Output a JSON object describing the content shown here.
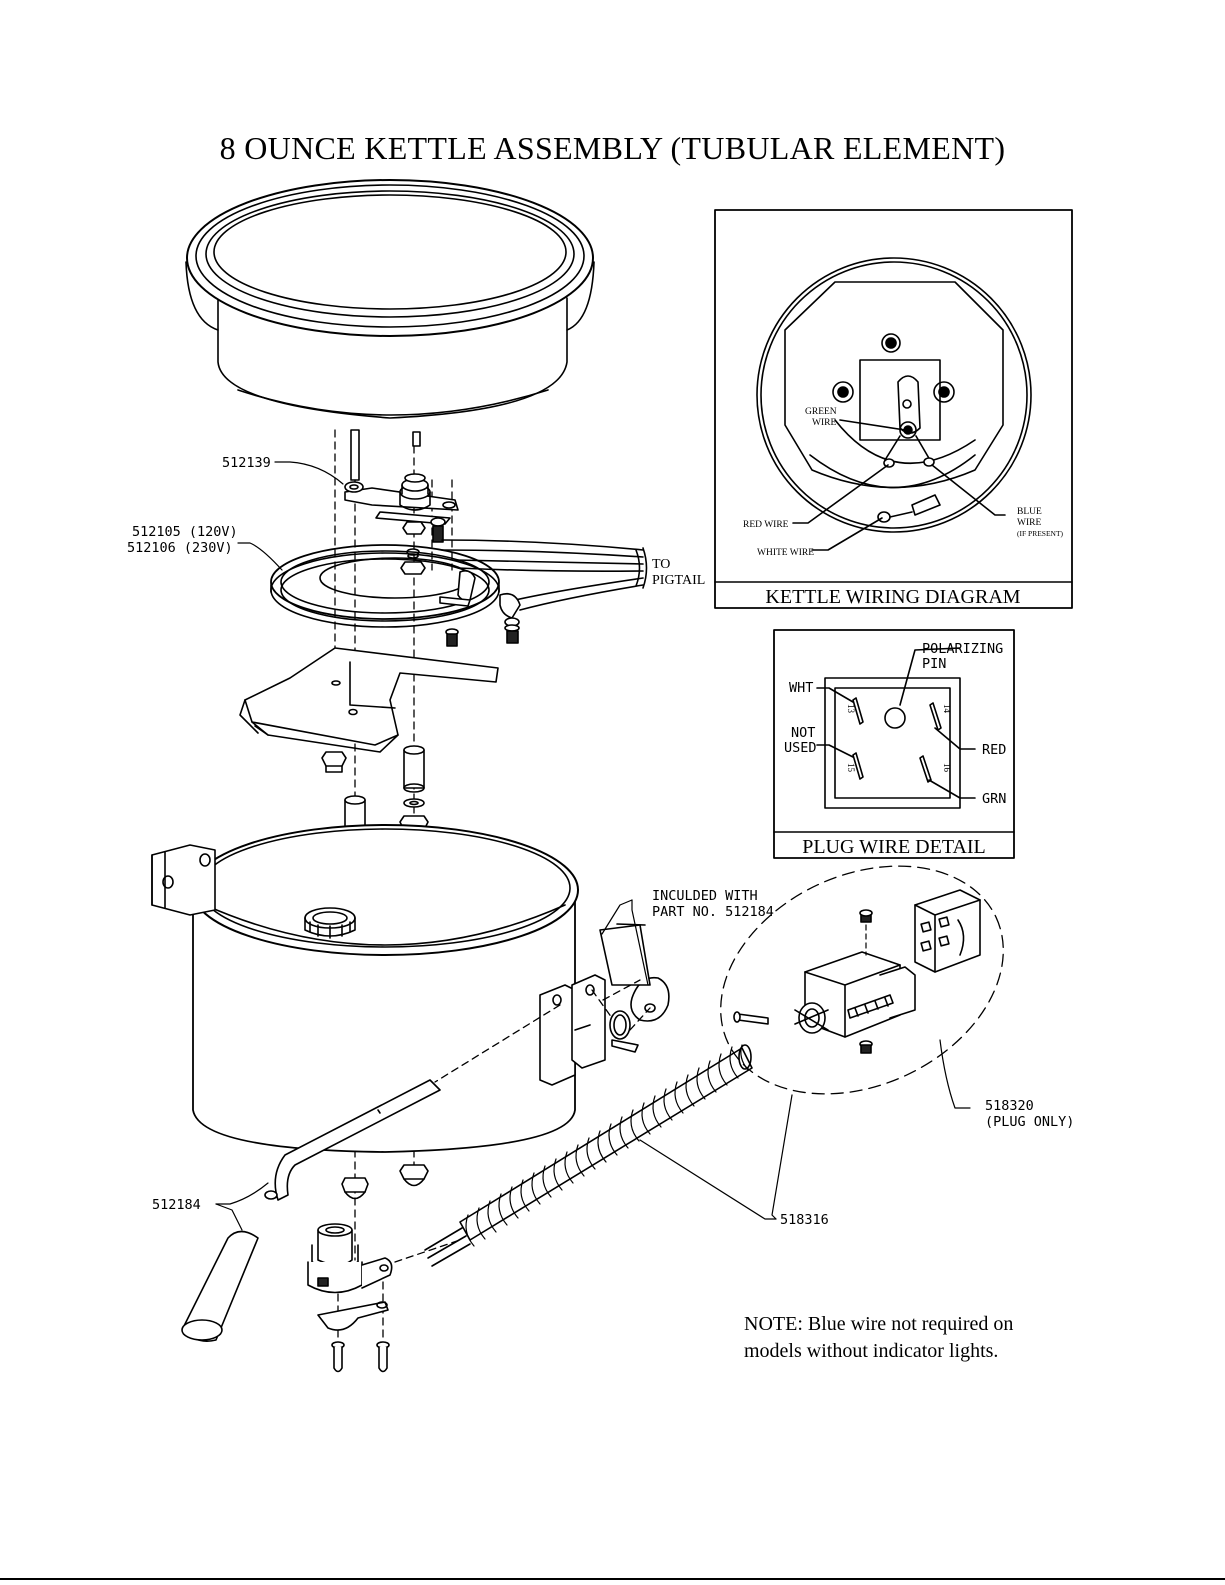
{
  "title": "8 OUNCE KETTLE ASSEMBLY (TUBULAR ELEMENT)",
  "part_labels": {
    "thermostat": "512139",
    "element_120": "512105 (120V)",
    "element_230": "512106 (230V)",
    "to_pigtail_1": "TO",
    "to_pigtail_2": "PIGTAIL",
    "included_1": "INCULDED WITH",
    "included_2": "PART NO. 512184",
    "handle": "512184",
    "plug_1": "518320",
    "plug_2": "(PLUG ONLY)",
    "conduit": "518316"
  },
  "wiring_diagram": {
    "caption": "KETTLE WIRING DIAGRAM",
    "green_1": "GREEN",
    "green_2": "WIRE",
    "red": "RED WIRE",
    "white": "WHITE WIRE",
    "blue_1": "BLUE",
    "blue_2": "WIRE",
    "blue_3": "(IF PRESENT)"
  },
  "plug_detail": {
    "caption": "PLUG WIRE DETAIL",
    "polarizing_1": "POLARIZING",
    "polarizing_2": "PIN",
    "wht": "WHT",
    "not_used_1": "NOT",
    "not_used_2": "USED",
    "red": "RED",
    "grn": "GRN",
    "pin_13": "13",
    "pin_14": "14",
    "pin_15": "15",
    "pin_16": "16"
  },
  "note": {
    "line1": "NOTE: Blue wire not required on",
    "line2": "models without indicator lights."
  }
}
